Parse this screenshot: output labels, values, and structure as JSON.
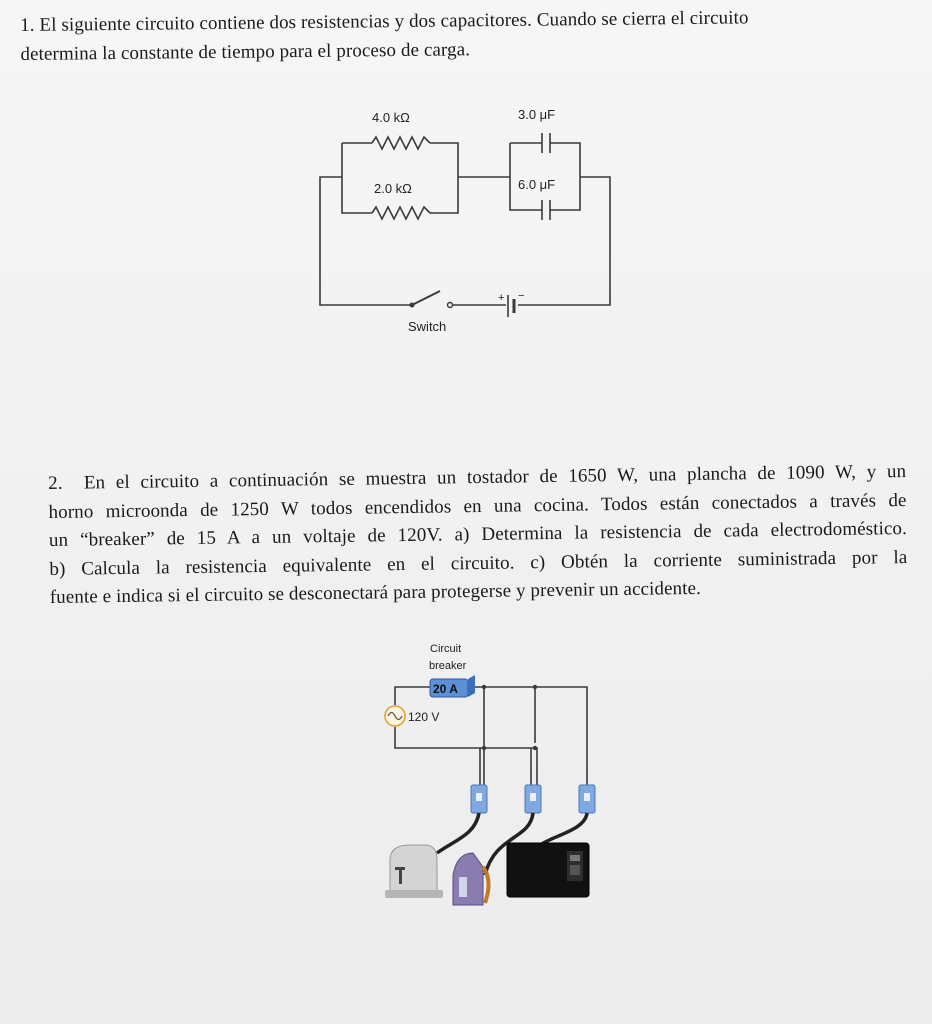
{
  "problem1": {
    "number": "1.",
    "lines": [
      "El siguiente circuito contiene dos resistencias y dos capacitores. Cuando se cierra el circuito",
      "determina la constante de tiempo para el proceso de carga."
    ],
    "circuit": {
      "r1_label": "4.0 kΩ",
      "r2_label": "2.0 kΩ",
      "c1_label": "3.0 μF",
      "c2_label": "6.0 μF",
      "switch_label": "Switch",
      "battery_plus": "+",
      "battery_minus": "−"
    }
  },
  "problem2": {
    "number": "2.",
    "lines": [
      "En el circuito a continuación se muestra un tostador de 1650 W, una plancha de 1090 W, y un",
      "horno microonda de 1250 W todos encendidos en una cocina. Todos están conectados a través de",
      "un “breaker” de 15 A a un voltaje de 120V. a) Determina la resistencia de cada electrodoméstico.",
      "b) Calcula la resistencia equivalente en el circuito. c) Obtén la corriente suministrada por la",
      "fuente e indica si el circuito se desconectará para protegerse y prevenir un accidente."
    ],
    "circuit": {
      "breaker_title_1": "Circuit",
      "breaker_title_2": "breaker",
      "breaker_rating": "20 A",
      "source_voltage": "120 V"
    }
  },
  "colors": {
    "text": "#1a1a1a",
    "wire": "#3a3a3a",
    "breaker_blue": "#5b8fd6",
    "outlet_blue": "#7fa9e0",
    "source_orange": "#e0a13a"
  }
}
